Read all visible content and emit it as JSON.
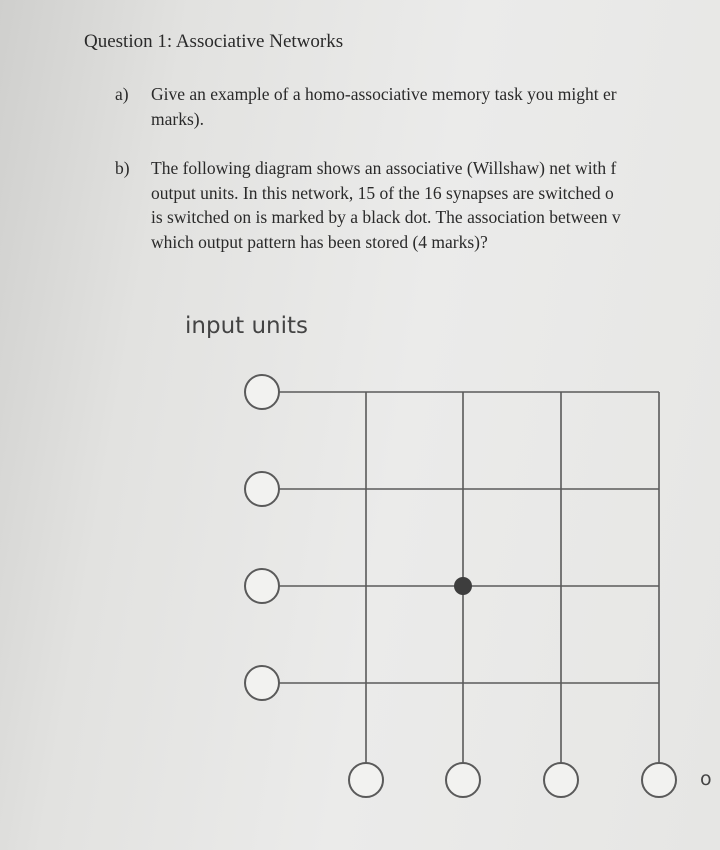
{
  "question": {
    "heading": "Question 1: Associative Networks",
    "part_a": {
      "marker": "a)",
      "lines": [
        "Give an example of a homo-associative memory task you might er",
        "marks)."
      ]
    },
    "part_b": {
      "marker": "b)",
      "lines": [
        "The following diagram shows an associative (Willshaw) net with f",
        "output units. In this network, 15 of the 16 synapses are switched o",
        "is switched on is marked by a black dot. The association between v",
        "which output pattern has been stored (4 marks)?"
      ]
    }
  },
  "diagram": {
    "input_label": "input units",
    "output_label": "o",
    "input_units": 4,
    "output_units": 4,
    "active_synapse": {
      "input_index": 3,
      "output_index": 2
    },
    "colors": {
      "line": "#5a5a5a",
      "unit_fill": "#f2f2f0",
      "synapse_dot": "#3d3d3d"
    }
  }
}
